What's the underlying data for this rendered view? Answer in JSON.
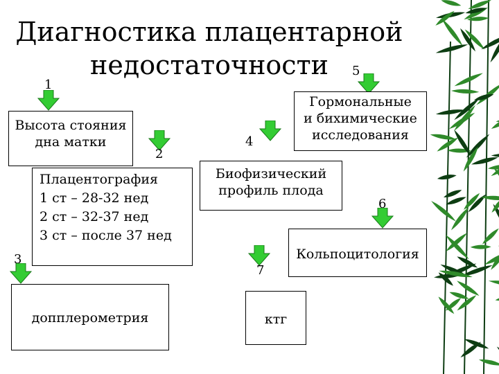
{
  "title": {
    "line1": "Диагностика плацентарной",
    "line2": "недостаточности"
  },
  "nodes": {
    "n1": {
      "num": "1",
      "label_lines": [
        "Высота стояния",
        "дна матки"
      ]
    },
    "n2": {
      "num": "2",
      "label_lines": [
        "Плацентография",
        "1 ст – 28-32 нед",
        "2 ст – 32-37 нед",
        "3 ст – после 37 нед"
      ]
    },
    "n3": {
      "num": "3",
      "label": "допплерометрия"
    },
    "n4": {
      "num": "4",
      "label_lines": [
        "Биофизический",
        "профиль плода"
      ]
    },
    "n5": {
      "num": "5",
      "label_lines": [
        "Гормональные",
        "и бихимические",
        "исследования"
      ]
    },
    "n6": {
      "num": "6",
      "label": "Кольпоцитология"
    },
    "n7": {
      "num": "7",
      "label": "ктг"
    }
  },
  "colors": {
    "arrow": "#33cc33",
    "arrow_stroke": "#1a7a1a",
    "leaf_dark": "#0d3d12",
    "leaf_light": "#2f8a2a"
  }
}
